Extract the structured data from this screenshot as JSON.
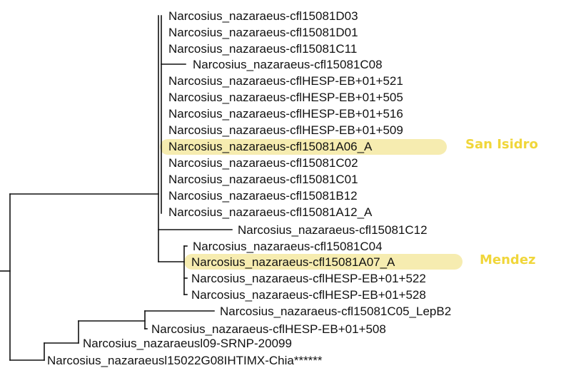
{
  "colors": {
    "line": "#111111",
    "text": "#111111",
    "highlight": "#f6ecb0",
    "annotation": "#f0d63a"
  },
  "tree": {
    "leaves": [
      {
        "id": "l1",
        "label": "Narcosius_nazaraeus-cfl15081D03"
      },
      {
        "id": "l2",
        "label": "Narcosius_nazaraeus-cfl15081D01"
      },
      {
        "id": "l3",
        "label": "Narcosius_nazaraeus-cfl15081C11"
      },
      {
        "id": "l4",
        "label": "Narcosius_nazaraeus-cfl15081C08"
      },
      {
        "id": "l5",
        "label": "Narcosius_nazaraeus-cflHESP-EB+01+521"
      },
      {
        "id": "l6",
        "label": "Narcosius_nazaraeus-cflHESP-EB+01+505"
      },
      {
        "id": "l7",
        "label": "Narcosius_nazaraeus-cflHESP-EB+01+516"
      },
      {
        "id": "l8",
        "label": "Narcosius_nazaraeus-cflHESP-EB+01+509"
      },
      {
        "id": "l9",
        "label": "Narcosius_nazaraeus-cfl15081A06_A",
        "highlight": true,
        "annotation": "San Isidro"
      },
      {
        "id": "l10",
        "label": "Narcosius_nazaraeus-cfl15081C02"
      },
      {
        "id": "l11",
        "label": "Narcosius_nazaraeus-cfl15081C01"
      },
      {
        "id": "l12",
        "label": "Narcosius_nazaraeus-cfl15081B12"
      },
      {
        "id": "l13",
        "label": "Narcosius_nazaraeus-cfl15081A12_A"
      },
      {
        "id": "l14",
        "label": "Narcosius_nazaraeus-cfl15081C12"
      },
      {
        "id": "l15",
        "label": "Narcosius_nazaraeus-cfl15081C04"
      },
      {
        "id": "l16",
        "label": "Narcosius_nazaraeus-cfl15081A07_A",
        "highlight": true,
        "annotation": "Mendez"
      },
      {
        "id": "l17",
        "label": "Narcosius_nazaraeus-cflHESP-EB+01+522"
      },
      {
        "id": "l18",
        "label": "Narcosius_nazaraeus-cflHESP-EB+01+528"
      },
      {
        "id": "l19",
        "label": "Narcosius_nazaraeus-cfl15081C05_LepB2"
      },
      {
        "id": "l20",
        "label": "Narcosius_nazaraeus-cflHESP-EB+01+508"
      },
      {
        "id": "l21",
        "label": "Narcosius_nazaraeusl09-SRNP-20099"
      },
      {
        "id": "l22",
        "label": "Narcosius_nazaraeusl15022G08IHTIMX-Chia******"
      }
    ]
  }
}
